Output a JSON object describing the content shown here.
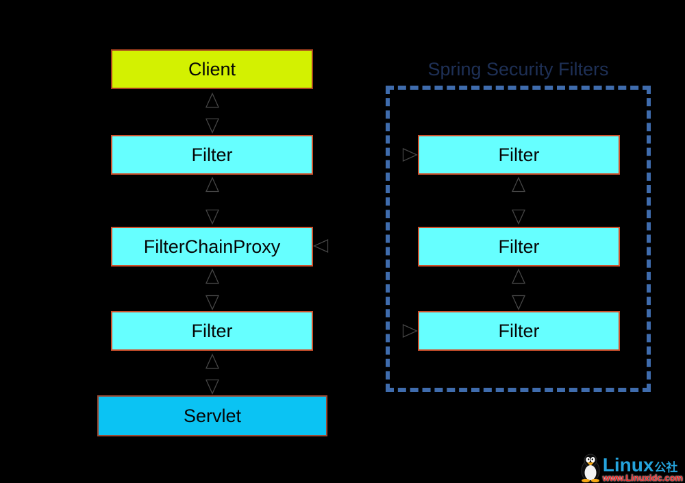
{
  "diagram": {
    "title": "Spring Security Filters",
    "left_column": {
      "client": "Client",
      "filter_top": "Filter",
      "filter_chain_proxy": "FilterChainProxy",
      "filter_bottom": "Filter",
      "servlet": "Servlet"
    },
    "security_group": {
      "filter_1": "Filter",
      "filter_2": "Filter",
      "filter_3": "Filter"
    },
    "colors": {
      "background": "#000000",
      "client_fill": "#d3f101",
      "filter_fill": "#66ffff",
      "servlet_fill": "#0bc3f3",
      "box_border": "#c7502e",
      "group_border": "#3f6cad",
      "title_text": "#1e3056",
      "arrow_outline": "#464646"
    }
  },
  "watermark": {
    "brand": "Linux",
    "brand_suffix": "公社",
    "url": "www.Linuxidc.com",
    "brand_color": "#25a3dc",
    "url_color": "#e62a2a"
  }
}
